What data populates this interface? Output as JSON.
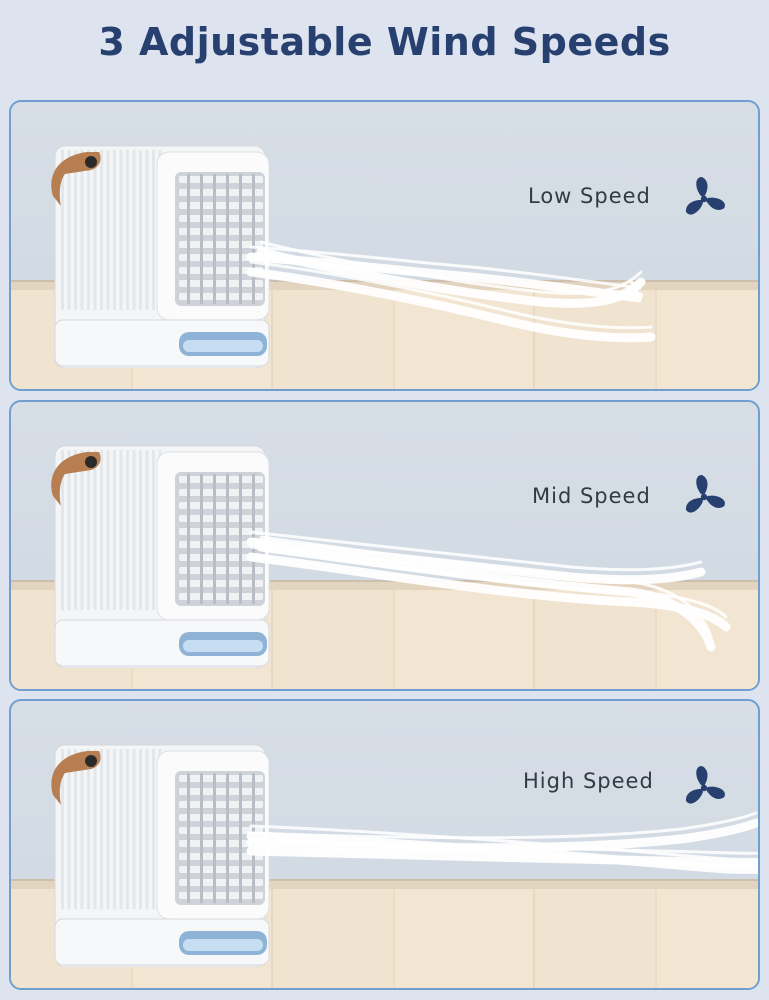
{
  "page": {
    "title": "3 Adjustable Wind Speeds"
  },
  "panels": [
    {
      "label": "Low Speed",
      "icon": "fan-icon"
    },
    {
      "label": "Mid Speed",
      "icon": "fan-icon"
    },
    {
      "label": "High Speed",
      "icon": "fan-icon"
    }
  ],
  "colors": {
    "title": "#27406f",
    "border": "#6f9fcf",
    "icon": "#27406f",
    "handle": "#b77f51"
  }
}
